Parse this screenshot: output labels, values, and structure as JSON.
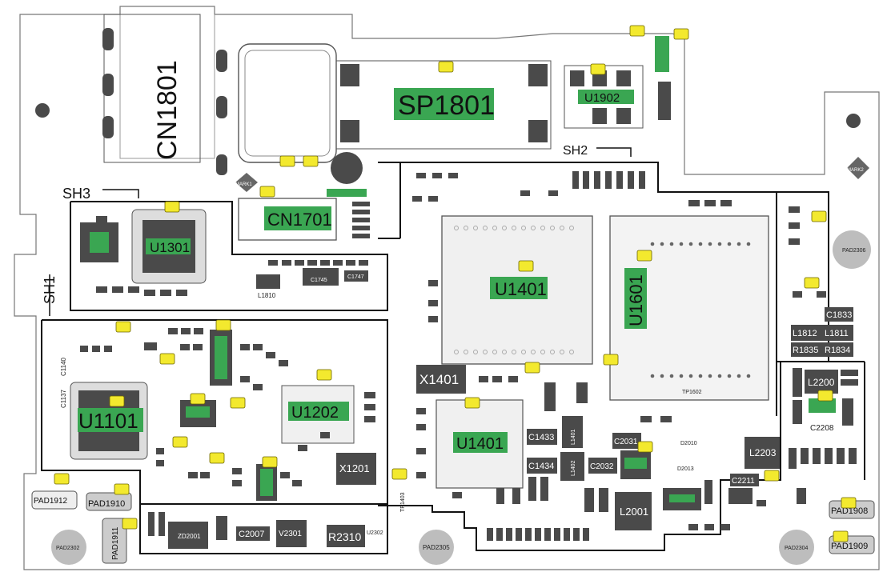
{
  "colors": {
    "board": "#ffffff",
    "outline": "#777777",
    "shield": "#000000",
    "component": "#4a4a4a",
    "label_highlight": "#3aa652",
    "note": "#f3e92e"
  },
  "shields": {
    "sh1": "SH1",
    "sh2": "SH2",
    "sh3": "SH3"
  },
  "marks": {
    "mark1": "MARK1",
    "mark2": "MARK2"
  },
  "components": {
    "cn1801": "CN1801",
    "sp1801": "SP1801",
    "cn1701": "CN1701",
    "u1301": "U1301",
    "u1401a": "U1401",
    "u1401b": "U1401",
    "u1601": "U1601",
    "u1101": "U1101",
    "u1202": "U1202",
    "u1902": "U1902",
    "x1401": "X1401",
    "x1201": "X1201",
    "l1810": "L1810",
    "l1812": "L1812",
    "l1811": "L1811",
    "r1835": "R1835",
    "r1834": "R1834",
    "c1833": "C1833",
    "l2200": "L2200",
    "l2203": "L2203",
    "l2001": "L2001",
    "l1401": "L1401",
    "l1402": "L1402",
    "c1433": "C1433",
    "c1434": "C1434",
    "c2031": "C2031",
    "c2032": "C2032",
    "c2007": "C2007",
    "c2211": "C2211",
    "c2208": "C2208",
    "c1140": "C1140",
    "c1137": "C1137",
    "c1745": "C1745",
    "c1747": "C1747",
    "d2010": "D2010",
    "d2013": "D2013",
    "zd2001": "ZD2001",
    "v2301": "V2301",
    "u2302": "U2302",
    "r2310": "R2310",
    "tp1602": "TP1602",
    "tp1403": "TP1403",
    "pad2302": "PAD2302",
    "pad2305": "PAD2305",
    "pad2304": "PAD2304",
    "pad2306": "PAD2306",
    "pad1912": "PAD1912",
    "pad1910": "PAD1910",
    "pad1911": "PAD1911",
    "pad1908": "PAD1908",
    "pad1909": "PAD1909"
  }
}
